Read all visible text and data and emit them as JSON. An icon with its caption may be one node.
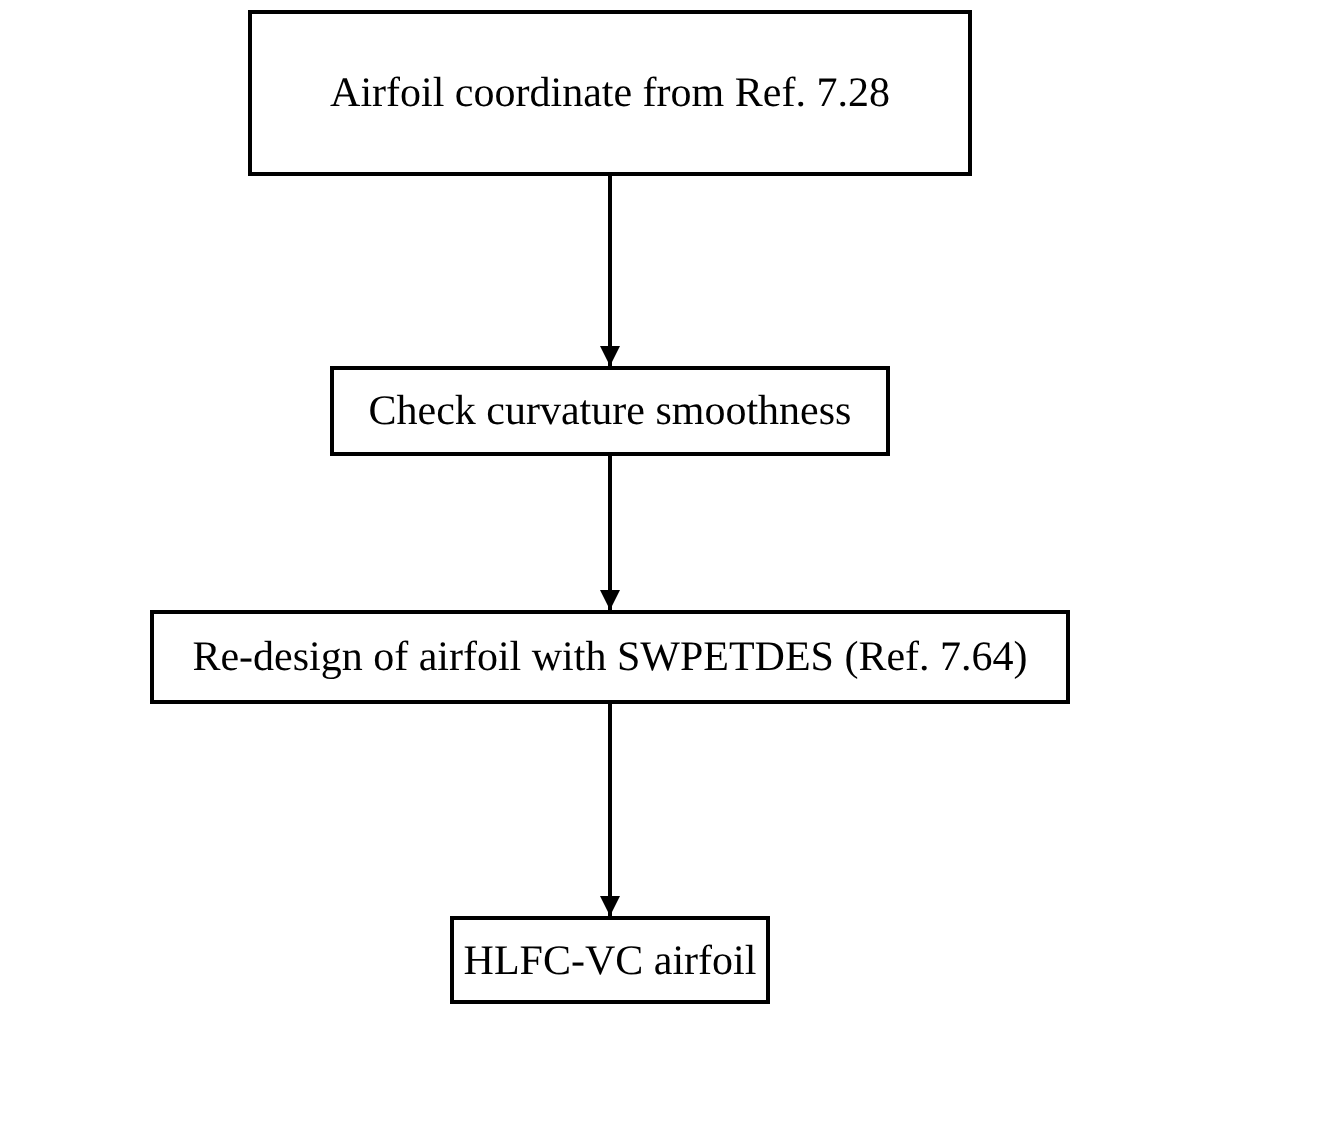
{
  "diagram": {
    "nodes": [
      {
        "text": [
          "Airfoil coordinate from Ref. 7.28"
        ]
      },
      {
        "text": [
          "Check curvature smoothness"
        ]
      },
      {
        "text": [
          "Re-design of airfoil with SWPETDES (Ref. 7.64)"
        ]
      },
      {
        "text": [
          "HLFC-VC airfoil"
        ]
      }
    ],
    "edges": [
      {
        "from": 0,
        "to": 1,
        "arrow": "to"
      },
      {
        "from": 1,
        "to": 2,
        "arrow": "to"
      },
      {
        "from": 2,
        "to": 3,
        "arrow": "to"
      }
    ]
  }
}
